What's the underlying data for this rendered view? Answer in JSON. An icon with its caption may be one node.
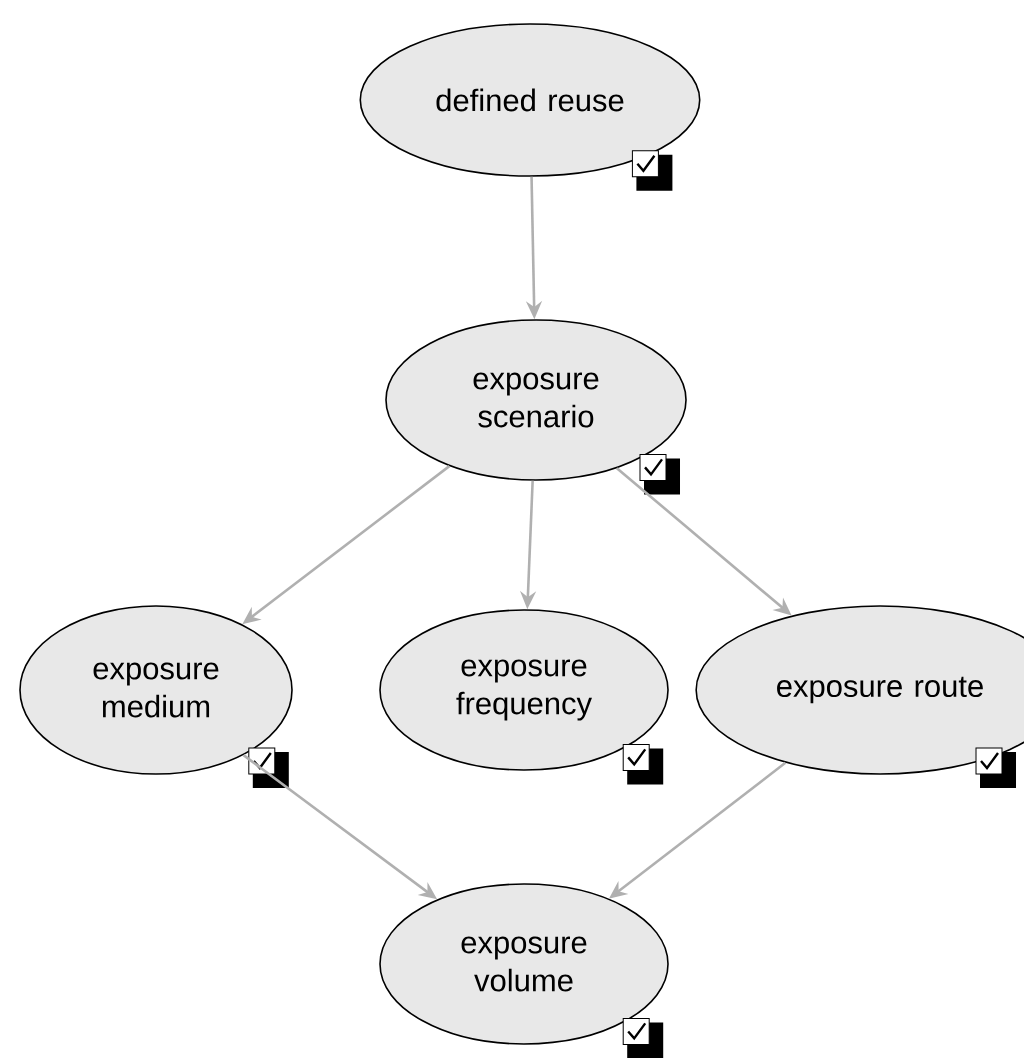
{
  "diagram": {
    "nodes": [
      {
        "text": [
          "defined reuse"
        ]
      },
      {
        "text": [
          "exposure scenario"
        ]
      },
      {
        "text": [
          "exposure medium"
        ]
      },
      {
        "text": [
          "exposure frequency"
        ]
      },
      {
        "text": [
          "exposure route"
        ]
      },
      {
        "text": [
          "exposure volume"
        ]
      }
    ],
    "edges": [
      {
        "from": 0,
        "to": 1,
        "arrow": "to"
      },
      {
        "from": 1,
        "to": 2,
        "arrow": "to"
      },
      {
        "from": 1,
        "to": 3,
        "arrow": "to"
      },
      {
        "from": 1,
        "to": 4,
        "arrow": "to"
      },
      {
        "from": 2,
        "to": 5,
        "arrow": "to"
      },
      {
        "from": 4,
        "to": 5,
        "arrow": "to"
      }
    ]
  }
}
